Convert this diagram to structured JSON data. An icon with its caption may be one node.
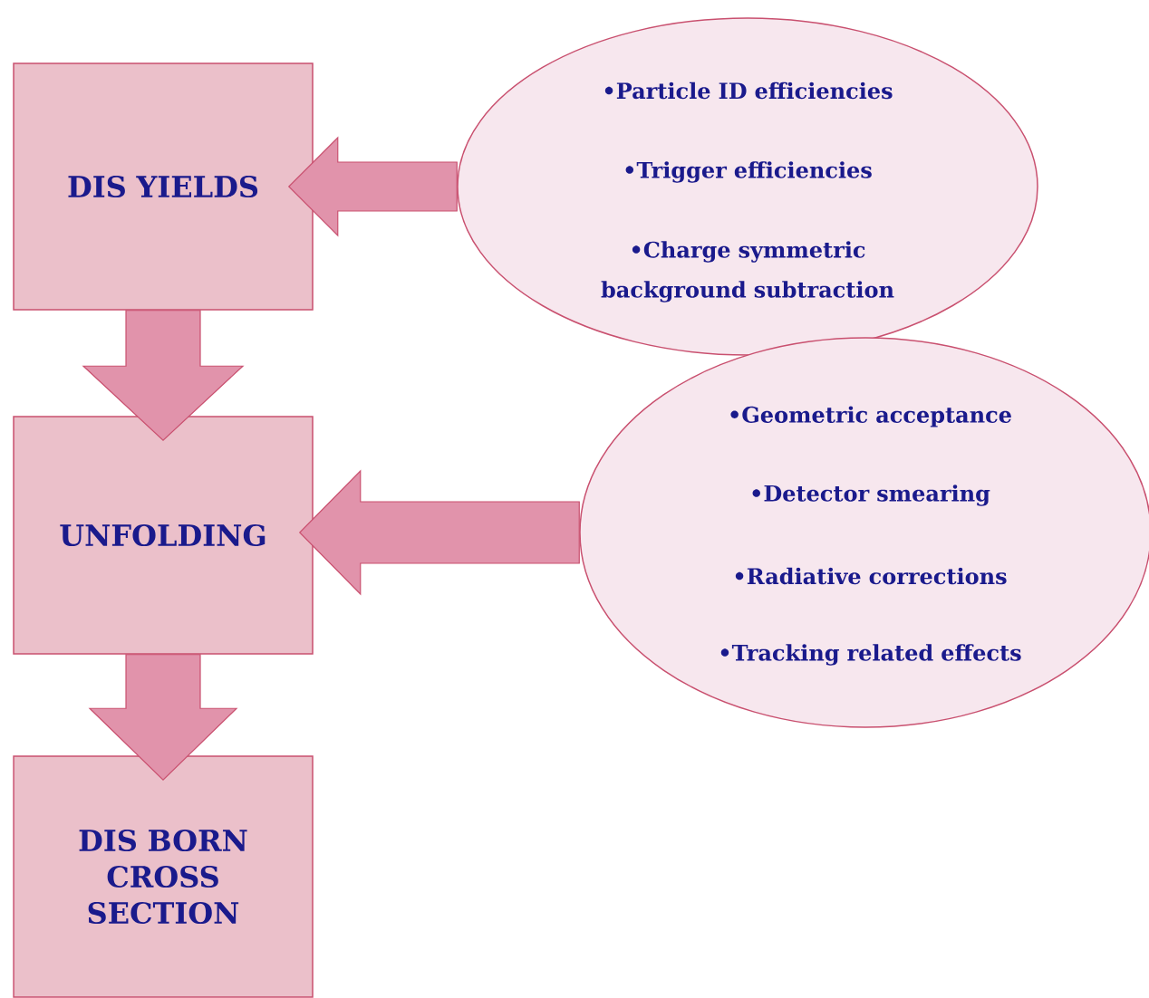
{
  "diagram": {
    "nodes": [
      {
        "text": [
          "DIS YIELDS"
        ]
      },
      {
        "text": [
          "UNFOLDING"
        ]
      },
      {
        "text": [
          "DIS BORN CROSS SECTION"
        ]
      },
      {
        "text": [
          "•Particle ID efficiencies",
          "•Trigger efficiencies",
          "•Charge symmetric background subtraction"
        ]
      },
      {
        "text": [
          "•Geometric acceptance",
          "•Detector smearing",
          "•Radiative corrections",
          "•Tracking related effects"
        ]
      }
    ],
    "edges": [
      {
        "from": 0,
        "to": 1,
        "arrow": "to"
      },
      {
        "from": 1,
        "to": 2,
        "arrow": "to"
      },
      {
        "from": 3,
        "to": 0,
        "arrow": "to"
      },
      {
        "from": 4,
        "to": 1,
        "arrow": "to"
      }
    ]
  }
}
